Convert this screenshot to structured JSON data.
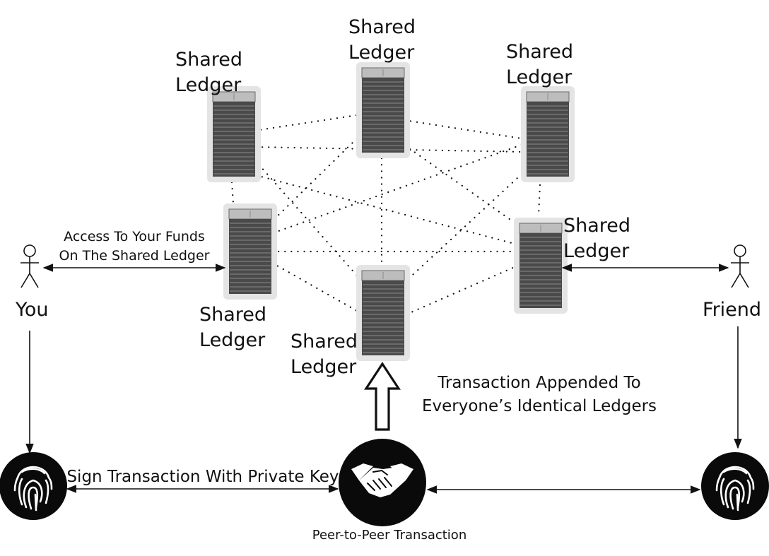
{
  "ledger_label_line1": "Shared",
  "ledger_label_line2": "Ledger",
  "actors": {
    "you": "You",
    "friend": "Friend"
  },
  "access_label": {
    "line1": "Access To Your Funds",
    "line2": "On The Shared Ledger"
  },
  "sign_label": "Sign Transaction With Private Key",
  "p2p_label": "Peer-to-Peer Transaction",
  "append_label": {
    "line1": "Transaction Appended To",
    "line2": "Everyone’s Identical Ledgers"
  },
  "icons": {
    "person": "person-icon",
    "server": "server-icon",
    "fingerprint": "fingerprint-icon",
    "handshake": "handshake-icon"
  },
  "colors": {
    "ink": "#111111",
    "server_dark": "#4a4a4a",
    "server_glow": "#e4e4e4"
  }
}
